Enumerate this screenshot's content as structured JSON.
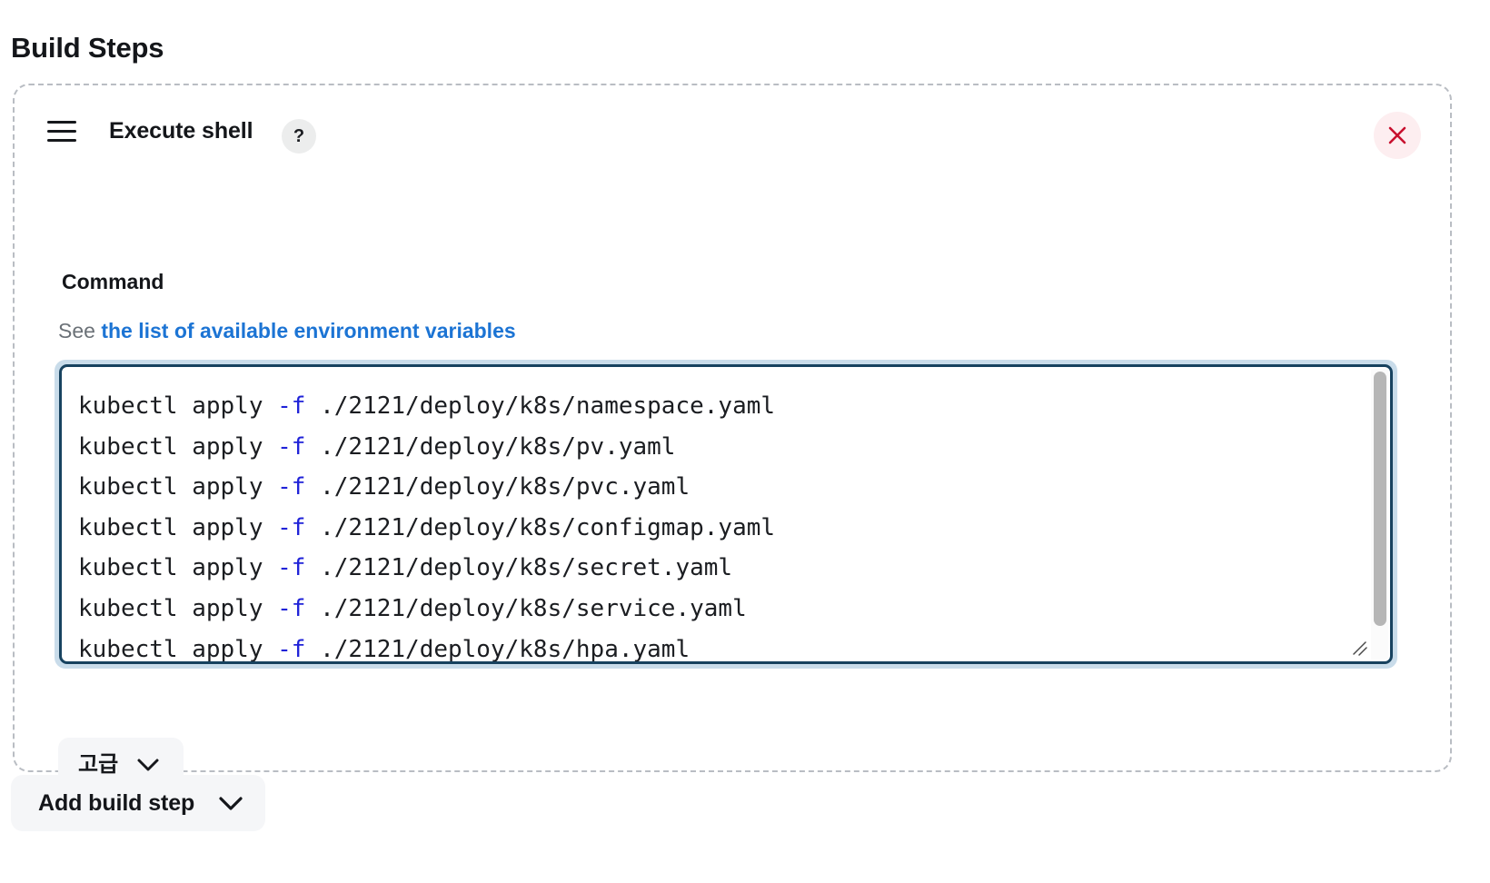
{
  "page": {
    "title": "Build Steps"
  },
  "step": {
    "name": "Execute shell",
    "help_badge": "?",
    "drag_handle_icon": "hamburger-drag-icon",
    "close_icon": "close-icon",
    "command": {
      "label": "Command",
      "help_prefix": "See",
      "help_link": "the list of available environment variables",
      "value": "kubectl apply -f ./2121/deploy/k8s/namespace.yaml\nkubectl apply -f ./2121/deploy/k8s/pv.yaml\nkubectl apply -f ./2121/deploy/k8s/pvc.yaml\nkubectl apply -f ./2121/deploy/k8s/configmap.yaml\nkubectl apply -f ./2121/deploy/k8s/secret.yaml\nkubectl apply -f ./2121/deploy/k8s/service.yaml\nkubectl apply -f ./2121/deploy/k8s/hpa.yaml",
      "lines": [
        {
          "cmd": "kubectl apply ",
          "flag": "-f",
          "arg": " ./2121/deploy/k8s/namespace.yaml"
        },
        {
          "cmd": "kubectl apply ",
          "flag": "-f",
          "arg": " ./2121/deploy/k8s/pv.yaml"
        },
        {
          "cmd": "kubectl apply ",
          "flag": "-f",
          "arg": " ./2121/deploy/k8s/pvc.yaml"
        },
        {
          "cmd": "kubectl apply ",
          "flag": "-f",
          "arg": " ./2121/deploy/k8s/configmap.yaml"
        },
        {
          "cmd": "kubectl apply ",
          "flag": "-f",
          "arg": " ./2121/deploy/k8s/secret.yaml"
        },
        {
          "cmd": "kubectl apply ",
          "flag": "-f",
          "arg": " ./2121/deploy/k8s/service.yaml"
        },
        {
          "cmd": "kubectl apply ",
          "flag": "-f",
          "arg": " ./2121/deploy/k8s/hpa.yaml"
        }
      ]
    },
    "advanced": {
      "label": "고급",
      "chevron_icon": "chevron-down-icon"
    }
  },
  "footer": {
    "add_build_step": {
      "label": "Add build step",
      "chevron_icon": "chevron-down-icon"
    }
  },
  "colors": {
    "link": "#1c74d4",
    "focus_ring": "#c9dcea",
    "focus_border": "#17425f",
    "close_bg": "#fdeef0",
    "close_fg": "#c8102e",
    "flag": "#1f22d8",
    "panel_border": "#b9bdc3",
    "button_bg": "#f5f6f8"
  }
}
